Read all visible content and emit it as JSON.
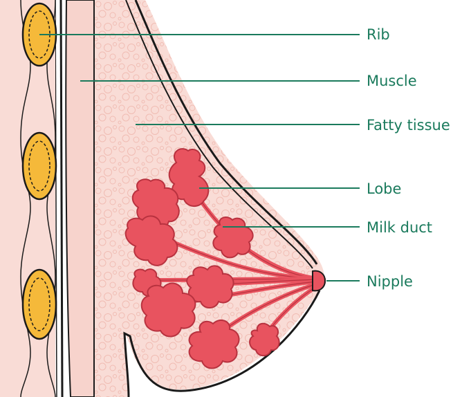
{
  "colors": {
    "accent": "#1a7a5c",
    "outline": "#1a1a1a",
    "skin_fill": "#f9dcd6",
    "muscle_fill": "#f7d3cc",
    "rib_fill": "#f5b93a",
    "lobe_fill": "#e8535f",
    "lobe_stroke": "#b8323f",
    "fat_dot": "#f3c9c1"
  },
  "labels": {
    "rib": "Rib",
    "muscle": "Muscle",
    "fatty_tissue": "Fatty tissue",
    "lobe": "Lobe",
    "milk_duct": "Milk duct",
    "nipple": "Nipple"
  }
}
